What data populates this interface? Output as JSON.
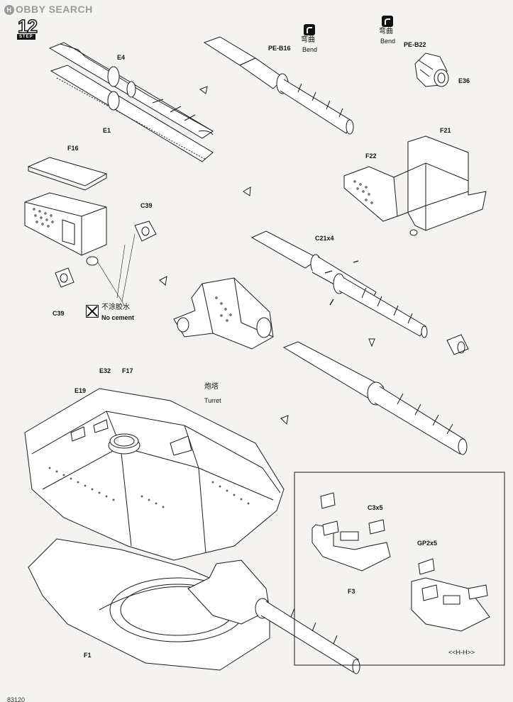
{
  "watermark": {
    "logo": "H",
    "text": "OBBY SEARCH"
  },
  "step": {
    "number": "12",
    "label": "STEP"
  },
  "parts": {
    "e4": "E4",
    "e1": "E1",
    "pe_b16": "PE-B16",
    "pe_b22": "PE-B22",
    "e36": "E36",
    "f16": "F16",
    "c39_top": "C39",
    "c39_bottom": "C39",
    "f21": "F21",
    "f22": "F22",
    "c21x4": "C21x4",
    "e32": "E32",
    "f17": "F17",
    "e19": "E19",
    "f1": "F1",
    "c3x5": "C3x5",
    "gp2x5": "GP2x5",
    "f3": "F3"
  },
  "bend_1": {
    "cn": "弯曲",
    "en": "Bend"
  },
  "bend_2": {
    "cn": "弯曲",
    "en": "Bend"
  },
  "no_cement": {
    "cn": "不涂胶水",
    "en": "No cement"
  },
  "turret": {
    "cn": "炮塔",
    "en": "Turret"
  },
  "view_label": "<<H-H>>",
  "page_number": "83120",
  "colors": {
    "line": "#1a1a1a",
    "paper": "#f4f3ef",
    "part_fill": "#ffffff",
    "shade": "#d9d9d6"
  }
}
